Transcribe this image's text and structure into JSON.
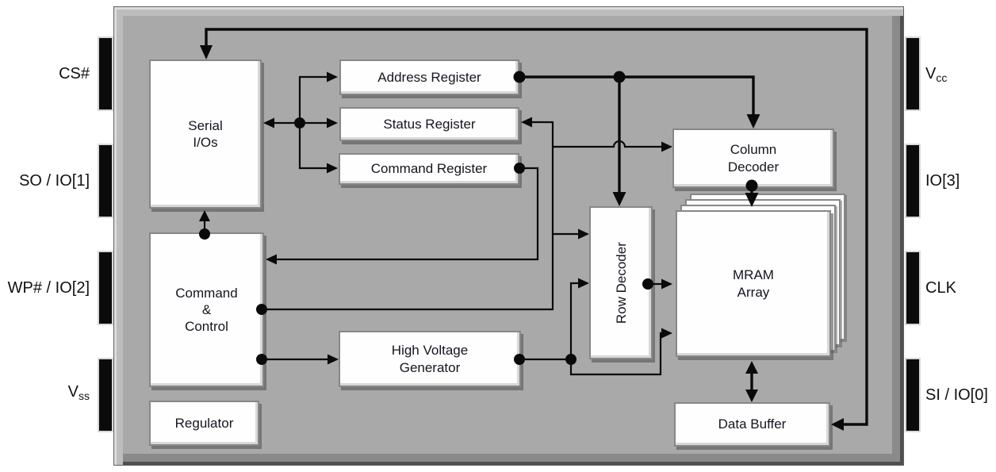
{
  "blocks": {
    "serial_ios": "Serial\nI/Os",
    "command_control": "Command\n&\nControl",
    "regulator": "Regulator",
    "address_register": "Address Register",
    "status_register": "Status Register",
    "command_register": "Command Register",
    "high_voltage_generator": "High Voltage\nGenerator",
    "column_decoder": "Column\nDecoder",
    "row_decoder": "Row Decoder",
    "mram_array": "MRAM\nArray",
    "data_buffer": "Data Buffer"
  },
  "pins": {
    "left": [
      {
        "name": "CS#",
        "sub": ""
      },
      {
        "name": "SO / IO[1]",
        "sub": ""
      },
      {
        "name": "WP# / IO[2]",
        "sub": ""
      },
      {
        "name": "V",
        "sub": "ss"
      }
    ],
    "right": [
      {
        "name": "V",
        "sub": "cc"
      },
      {
        "name": "IO[3]",
        "sub": ""
      },
      {
        "name": "CLK",
        "sub": ""
      },
      {
        "name": "SI / IO[0]",
        "sub": ""
      }
    ]
  },
  "colors": {
    "chip_body": "#a9a9a9",
    "block_fill": "#fefefe",
    "pin_fill": "#0b0b0b",
    "wire": "#0a0a0a"
  }
}
